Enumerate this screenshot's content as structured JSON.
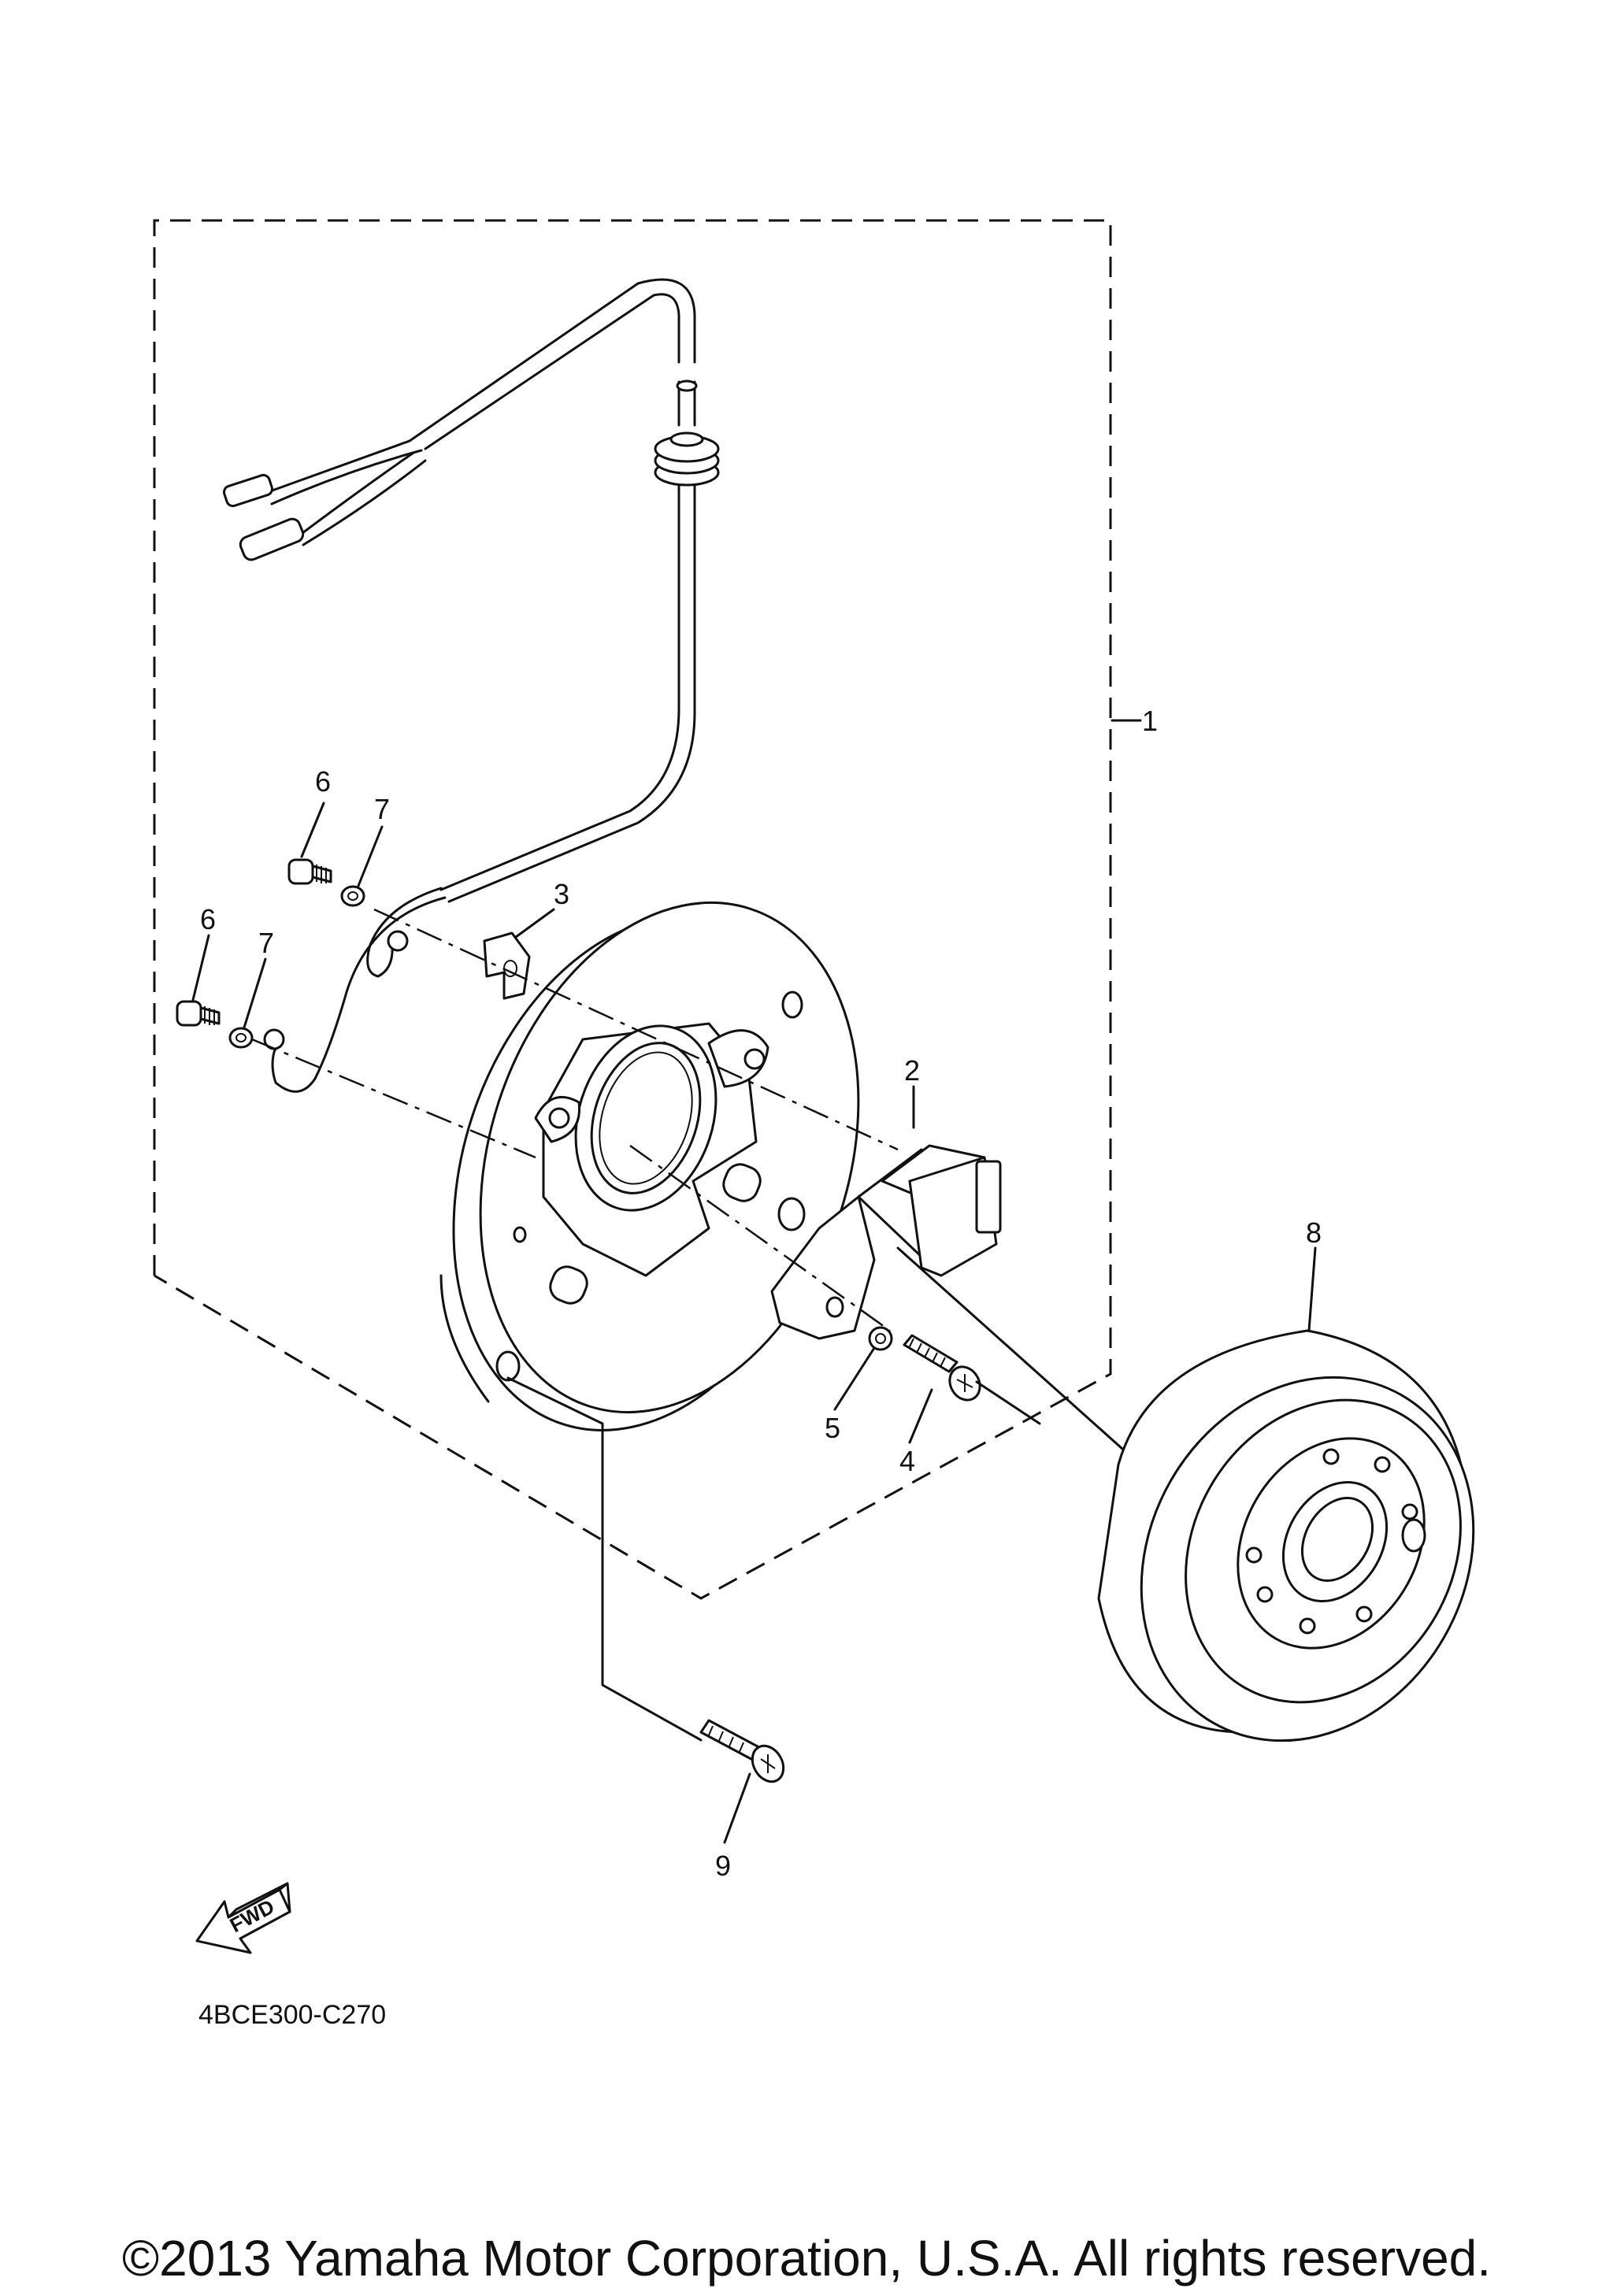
{
  "callouts": [
    "1",
    "2",
    "3",
    "4",
    "5",
    "6",
    "7",
    "6",
    "7",
    "8",
    "9"
  ],
  "fwd_label": "FWD",
  "diagram_code": "4BCE300-C270",
  "copyright": "©2013 Yamaha Motor Corporation, U.S.A. All rights reserved.",
  "icons": [
    "fwd-arrow-icon"
  ]
}
